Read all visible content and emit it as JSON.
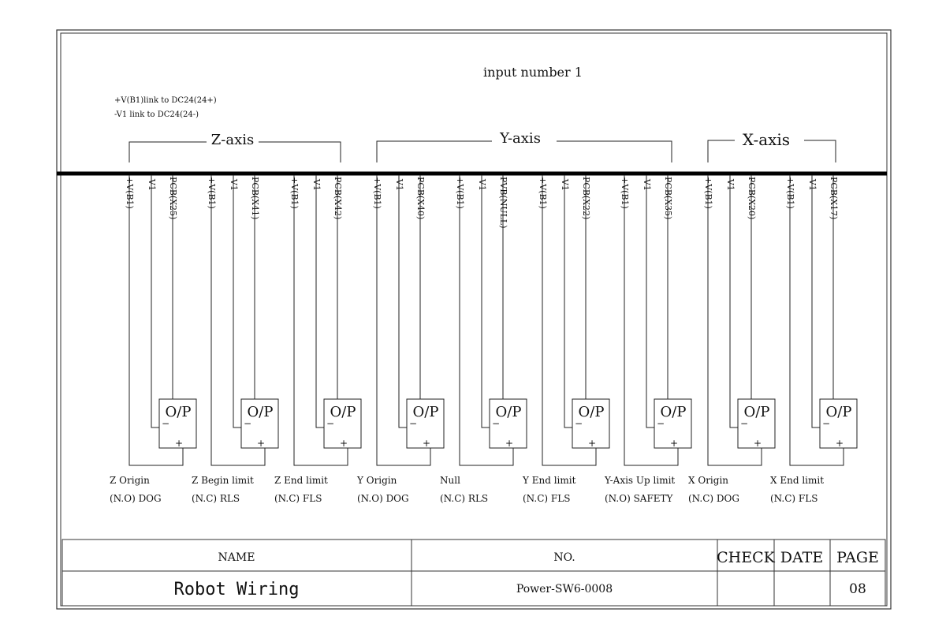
{
  "heading": "input number 1",
  "notes": [
    "+V(B1)link to DC24(24+)",
    "-V1 link to DC24(24-)"
  ],
  "axes": [
    {
      "label": "Z-axis"
    },
    {
      "label": "Y-axis"
    },
    {
      "label": "X-axis"
    }
  ],
  "sensors": [
    {
      "pins": [
        "+V(B1)",
        "-V1",
        "PCB(X25)"
      ],
      "name": "Z  Origin",
      "spec": "(N.O) DOG"
    },
    {
      "pins": [
        "+V(B1)",
        "-V1",
        "PCB(X41)"
      ],
      "name": "Z Begin limit",
      "spec": "(N.C) RLS"
    },
    {
      "pins": [
        "+V(B1)",
        "-V1",
        "PCB(X42)"
      ],
      "name": "Z  End limit",
      "spec": "(N.C) FLS"
    },
    {
      "pins": [
        "+V(B1)",
        "-V1",
        "PCB(X40)"
      ],
      "name": "Y  Origin",
      "spec": "(N.O)  DOG"
    },
    {
      "pins": [
        "+V(B1)",
        "-V1",
        "PVB(NULL)"
      ],
      "name": "Null",
      "spec": "(N.C) RLS"
    },
    {
      "pins": [
        "+V(B1)",
        "-V1",
        "PCB(X22)"
      ],
      "name": "Y  End limit",
      "spec": "(N.C) FLS"
    },
    {
      "pins": [
        "+V(B1)",
        "-V1",
        "PCB(X35)"
      ],
      "name": "Y-Axis Up limit",
      "spec": "(N.O) SAFETY"
    },
    {
      "pins": [
        "+V(B1)",
        "-V1",
        "PCB(X20)"
      ],
      "name": "X  Origin",
      "spec": "(N.C) DOG"
    },
    {
      "pins": [
        "+V(B1)",
        "-V1",
        "PCB(X17)"
      ],
      "name": "X  End limit",
      "spec": "(N.C) FLS"
    }
  ],
  "box": {
    "label": "O/P",
    "minus": "−",
    "plus": "+"
  },
  "title_block": {
    "name_header": "NAME",
    "no_header": "NO.",
    "check_header": "CHECK",
    "date_header": "DATE",
    "page_header": "PAGE",
    "name_value": "Robot Wiring",
    "no_value": "Power-SW6-0008",
    "check_value": "",
    "date_value": "",
    "page_value": "08"
  }
}
